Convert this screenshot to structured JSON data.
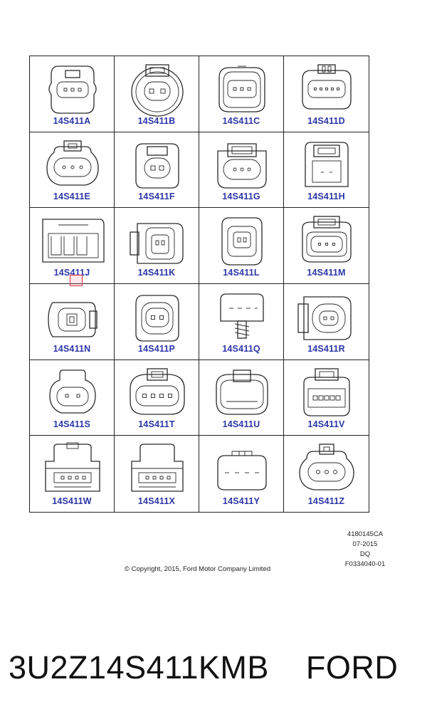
{
  "connectors": [
    {
      "label": "14S411A",
      "variant": "A"
    },
    {
      "label": "14S411B",
      "variant": "B"
    },
    {
      "label": "14S411C",
      "variant": "C"
    },
    {
      "label": "14S411D",
      "variant": "D"
    },
    {
      "label": "14S411E",
      "variant": "E"
    },
    {
      "label": "14S411F",
      "variant": "F"
    },
    {
      "label": "14S411G",
      "variant": "G"
    },
    {
      "label": "14S411H",
      "variant": "H"
    },
    {
      "label": "14S411J",
      "variant": "J"
    },
    {
      "label": "14S411K",
      "variant": "K"
    },
    {
      "label": "14S411L",
      "variant": "L"
    },
    {
      "label": "14S411M",
      "variant": "M"
    },
    {
      "label": "14S411N",
      "variant": "N"
    },
    {
      "label": "14S411P",
      "variant": "P"
    },
    {
      "label": "14S411Q",
      "variant": "Q"
    },
    {
      "label": "14S411R",
      "variant": "R"
    },
    {
      "label": "14S411S",
      "variant": "S"
    },
    {
      "label": "14S411T",
      "variant": "T"
    },
    {
      "label": "14S411U",
      "variant": "U"
    },
    {
      "label": "14S411V",
      "variant": "V"
    },
    {
      "label": "14S411W",
      "variant": "W"
    },
    {
      "label": "14S411X",
      "variant": "X"
    },
    {
      "label": "14S411Y",
      "variant": "Y"
    },
    {
      "label": "14S411Z",
      "variant": "Z"
    }
  ],
  "highlighted_index": 8,
  "drawing_meta": [
    "4180145CA",
    "07-2015",
    "DQ",
    "F0334040-01"
  ],
  "copyright": "© Copyright, 2015, Ford Motor Company Limited",
  "footer": {
    "part_number": "3U2Z14S411KMB",
    "brand": "FORD"
  },
  "colors": {
    "label": "#2c36a8",
    "marker": "#e0314a",
    "line": "#2a2a2a"
  }
}
